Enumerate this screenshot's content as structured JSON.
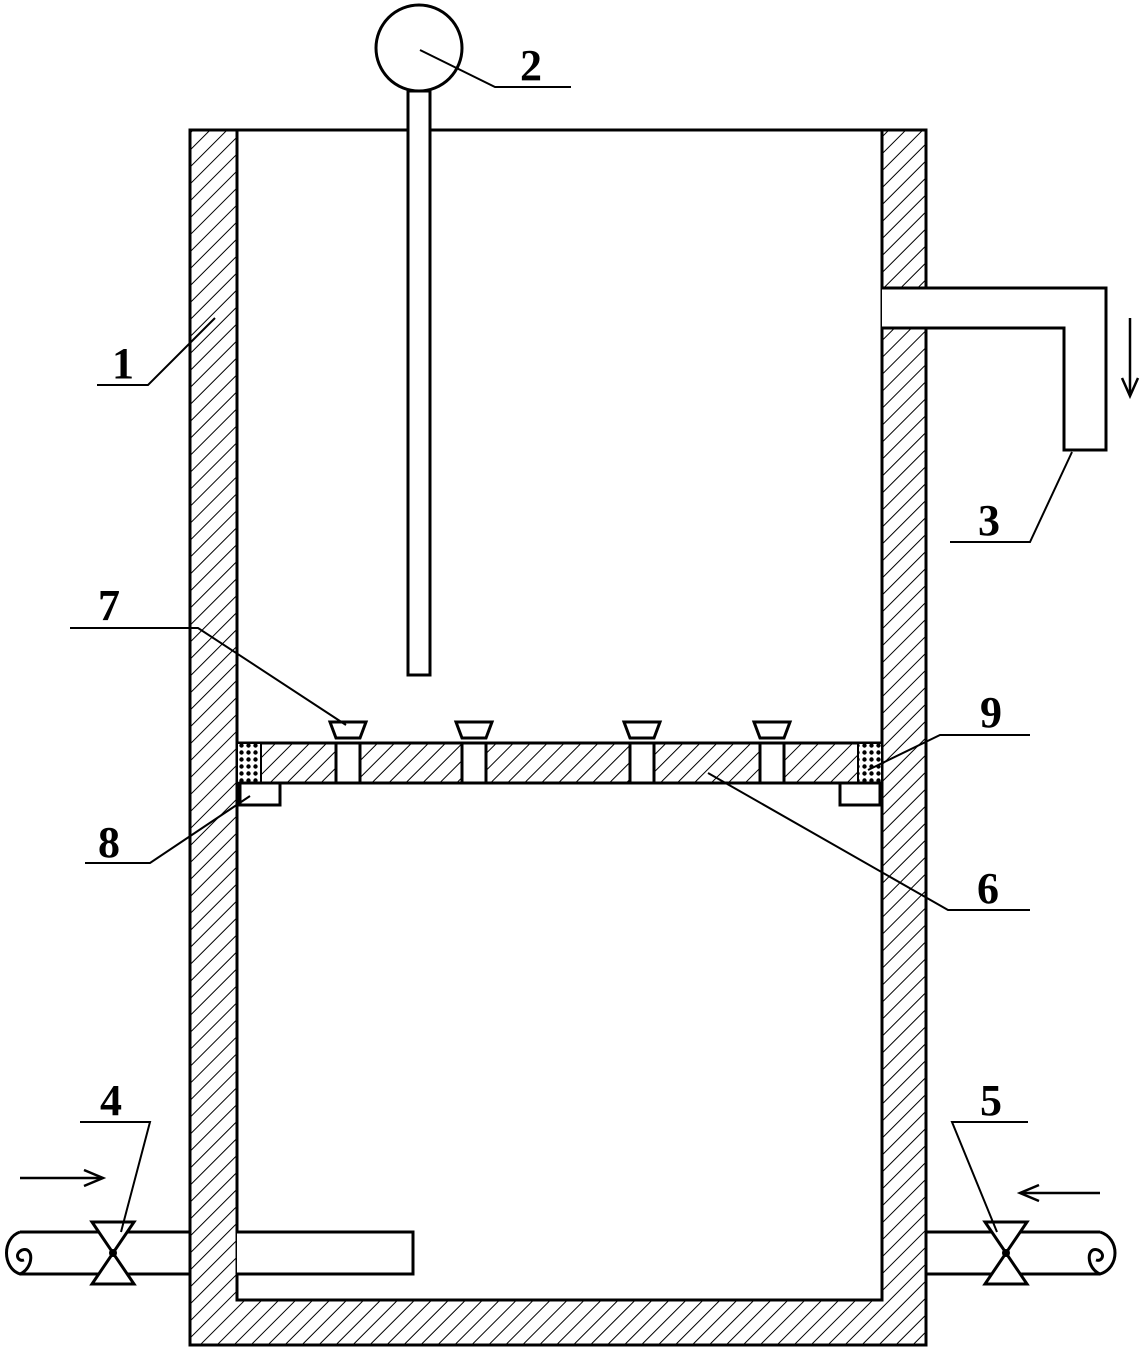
{
  "diagram": {
    "labels": {
      "vessel_wall": "1",
      "gauge": "2",
      "overflow_pipe": "3",
      "inlet_valve_left": "4",
      "inlet_valve_right": "5",
      "partition_plate": "6",
      "nozzle": "7",
      "support_bracket": "8",
      "seal_ring": "9"
    },
    "colors": {
      "line": "#000000",
      "background": "#ffffff"
    },
    "flow_arrows": [
      {
        "name": "overflow-outlet",
        "direction": "down"
      },
      {
        "name": "left-inlet",
        "direction": "right"
      },
      {
        "name": "right-inlet",
        "direction": "left"
      }
    ]
  }
}
